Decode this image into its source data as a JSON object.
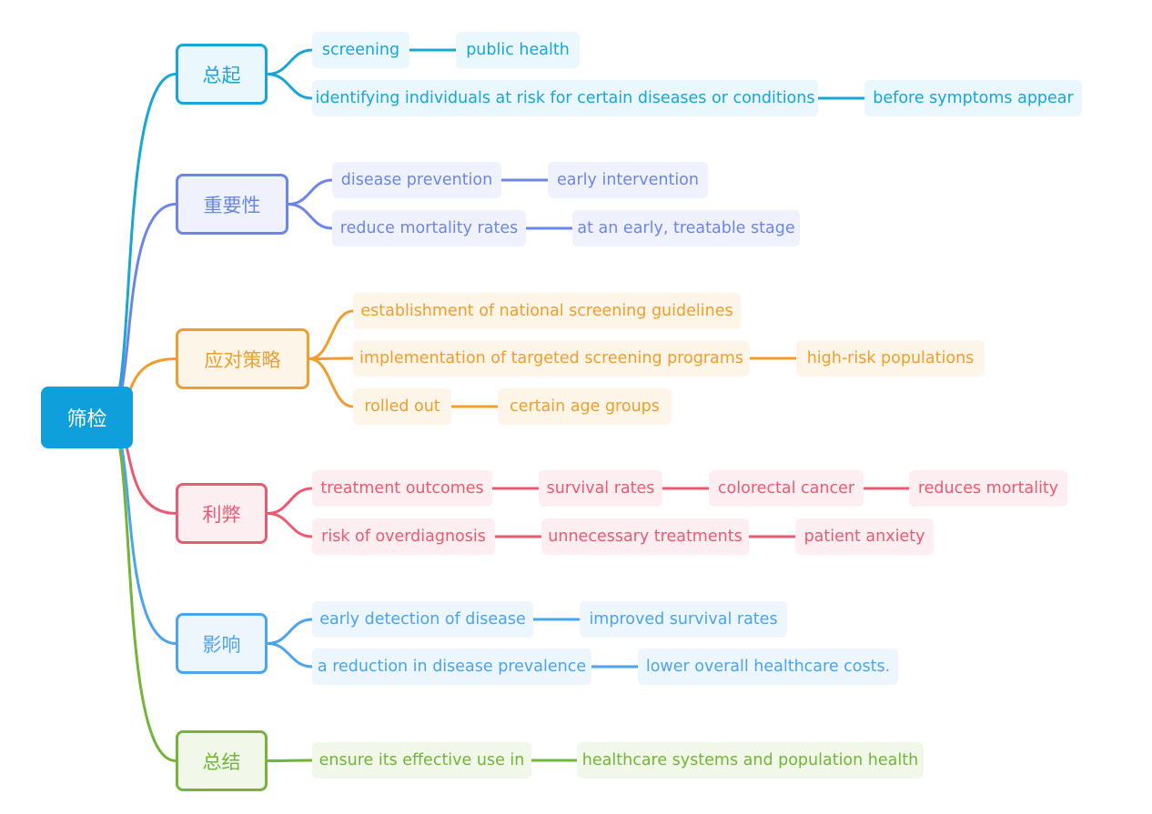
{
  "root": {
    "label": "筛检",
    "color": "#0fa0dc"
  },
  "branches": [
    {
      "label": "总起",
      "color": "#17a6d6",
      "bg": "#eaf7fc",
      "rows": [
        [
          "screening",
          "public health"
        ],
        [
          "identifying individuals at risk for certain diseases or conditions",
          "before symptoms appear"
        ]
      ]
    },
    {
      "label": "重要性",
      "color": "#6b86e8",
      "bg": "#eff2fd",
      "rows": [
        [
          "disease prevention",
          "early intervention"
        ],
        [
          "reduce mortality rates",
          "at an early, treatable stage"
        ]
      ]
    },
    {
      "label": "应对策略",
      "color": "#f19d2d",
      "bg": "#fef5e9",
      "rows": [
        [
          "establishment of national screening guidelines"
        ],
        [
          "implementation of targeted screening programs",
          "high-risk populations"
        ],
        [
          "rolled out",
          "certain age groups"
        ]
      ]
    },
    {
      "label": "利弊",
      "color": "#ec5a72",
      "bg": "#fdeef1",
      "rows": [
        [
          "treatment outcomes",
          "survival rates",
          "colorectal cancer",
          "reduces mortality"
        ],
        [
          "risk of overdiagnosis",
          "unnecessary treatments",
          "patient anxiety"
        ]
      ]
    },
    {
      "label": "影响",
      "color": "#4ca3ee",
      "bg": "#edf5fd",
      "rows": [
        [
          "early detection of disease",
          "improved survival rates"
        ],
        [
          "a reduction in disease prevalence",
          "lower overall healthcare costs."
        ]
      ]
    },
    {
      "label": "总结",
      "color": "#72b538",
      "bg": "#f1f8ea",
      "rows": [
        [
          "ensure its effective use in",
          "healthcare systems and population health"
        ]
      ]
    }
  ]
}
